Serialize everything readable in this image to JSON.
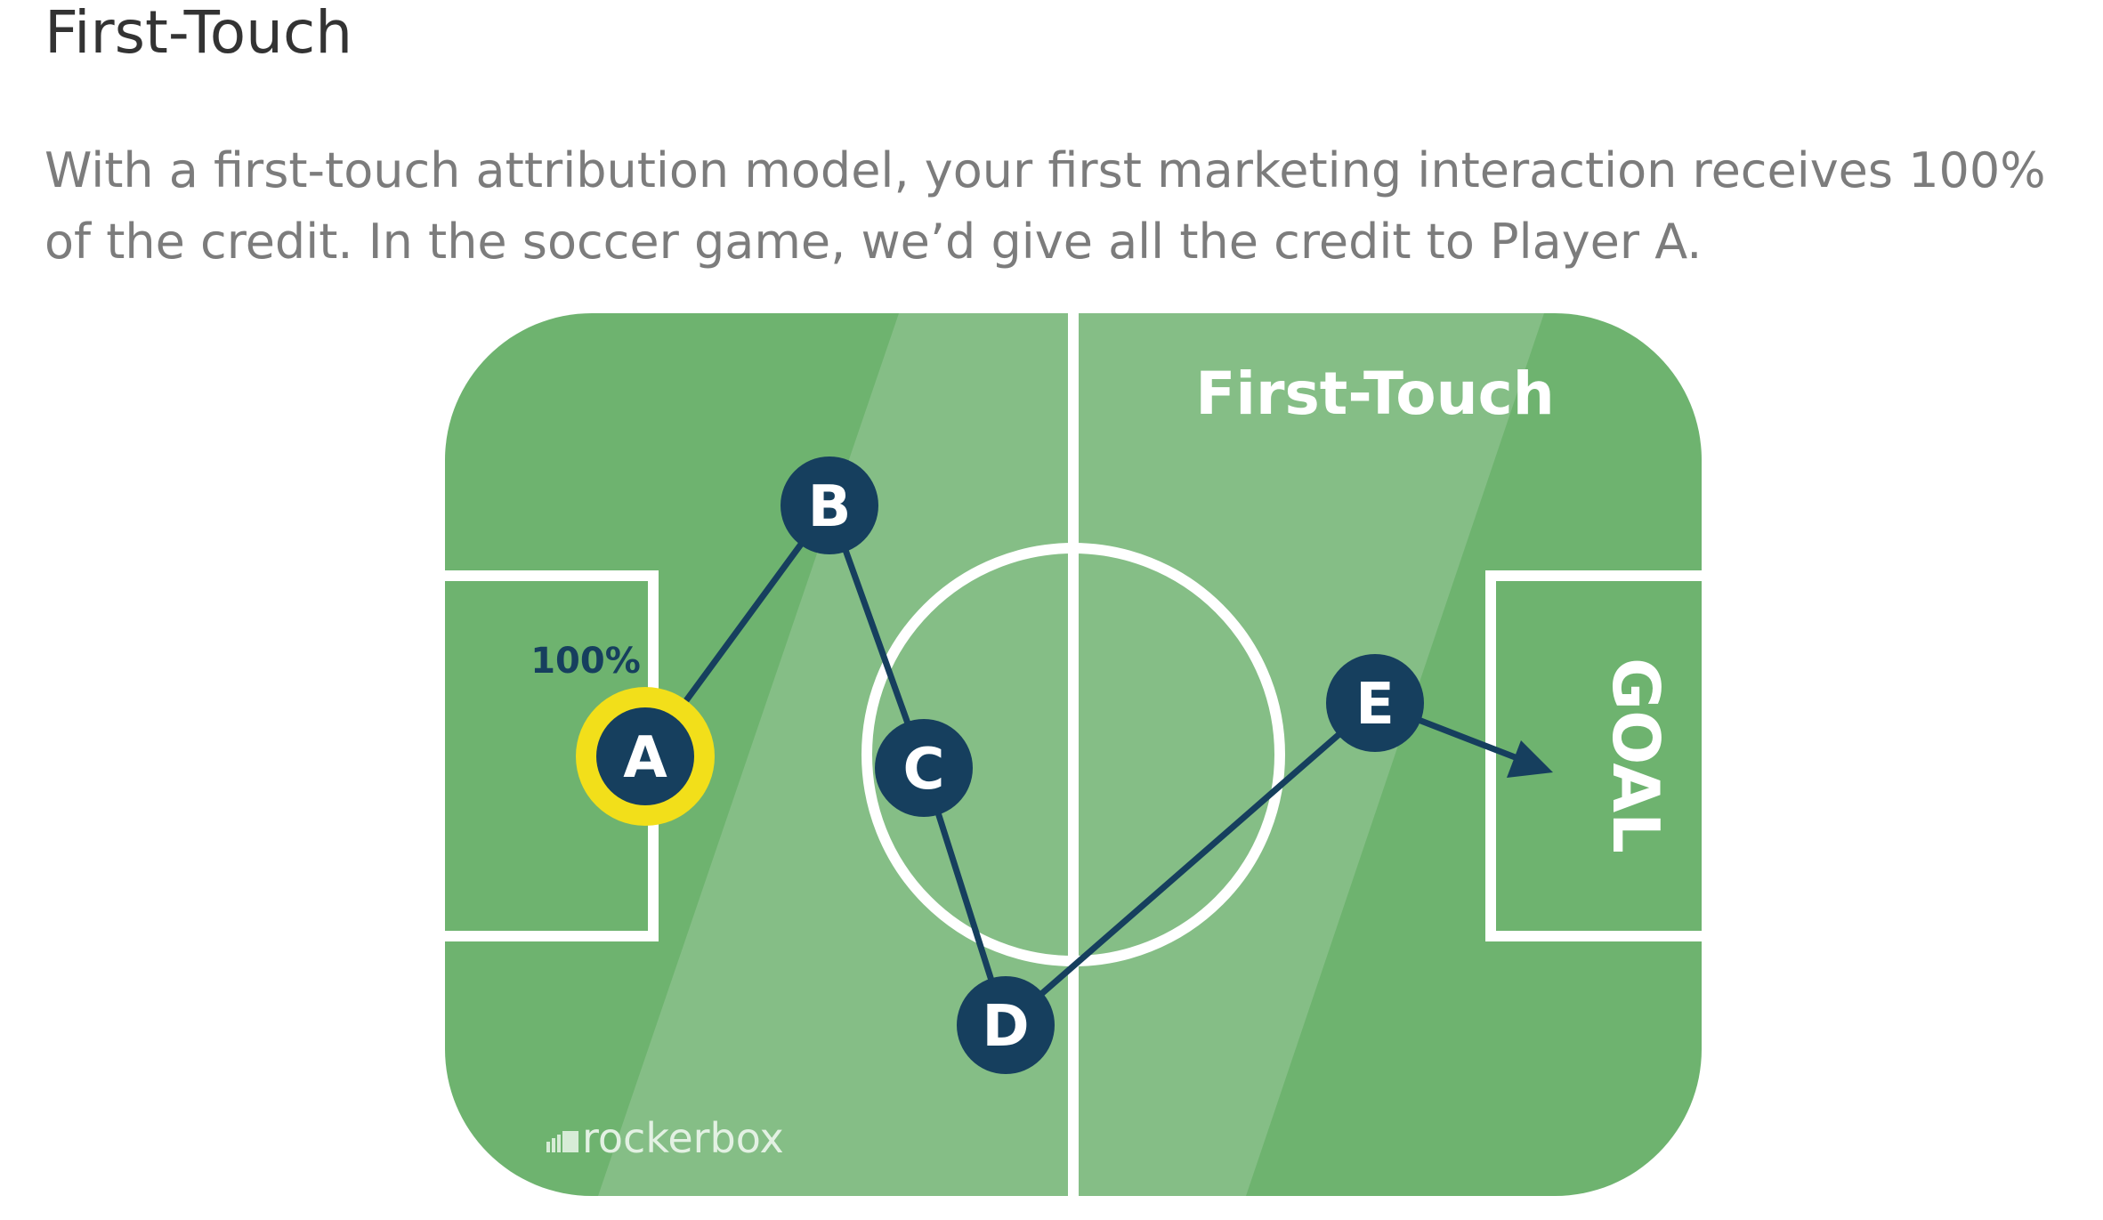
{
  "heading": "First-Touch",
  "intro": "With a first-touch attribution model, your first marketing interaction receives 100% of the credit. In the soccer game, we’d give all the credit to Player A.",
  "diagram": {
    "title": "First-Touch",
    "goal_label": "GOAL",
    "brand": "rockerbox",
    "highlight_player": "A",
    "credit_label": "100%",
    "players": [
      {
        "id": "A",
        "label": "A"
      },
      {
        "id": "B",
        "label": "B"
      },
      {
        "id": "C",
        "label": "C"
      },
      {
        "id": "D",
        "label": "D"
      },
      {
        "id": "E",
        "label": "E"
      }
    ],
    "path_order": [
      "A",
      "B",
      "C",
      "D",
      "E",
      "GOAL"
    ],
    "colors": {
      "pitch_dark": "#6eb36f",
      "pitch_light": "#85be86",
      "lines": "#ffffff",
      "player_fill": "#163f5e",
      "highlight_ring": "#f2df1a",
      "credit_text": "#163f5e"
    }
  }
}
